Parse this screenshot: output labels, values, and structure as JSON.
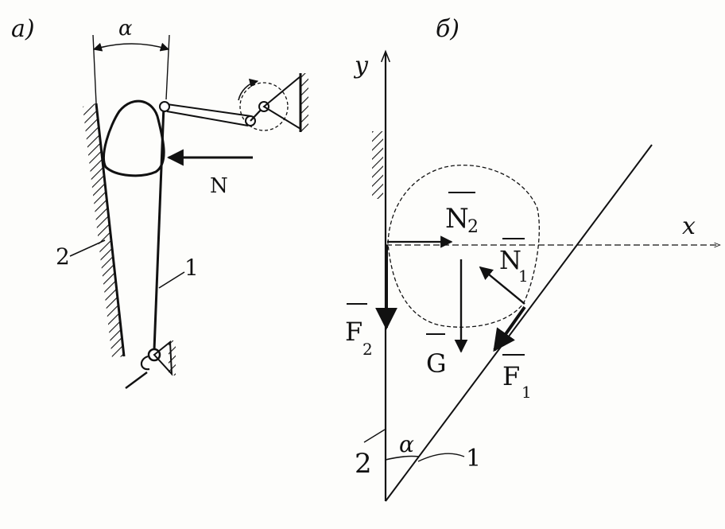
{
  "panel_a": {
    "label": "a)",
    "angle_label": "α",
    "force_label": "N",
    "wall_label": "2",
    "jaw_label": "1"
  },
  "panel_b": {
    "label": "б)",
    "axis_y_label": "y",
    "axis_x_label": "x",
    "N2_label": "N",
    "N2_sub": "2",
    "N1_label": "N",
    "N1_sub": "1",
    "G_label": "G",
    "F1_label": "F",
    "F1_sub": "1",
    "F2_label": "F",
    "F2_sub": "2",
    "alpha_label": "α",
    "wall_label": "2",
    "jaw_label": "1"
  },
  "colors": {
    "ink": "#111111",
    "background": "#fdfdfb"
  }
}
